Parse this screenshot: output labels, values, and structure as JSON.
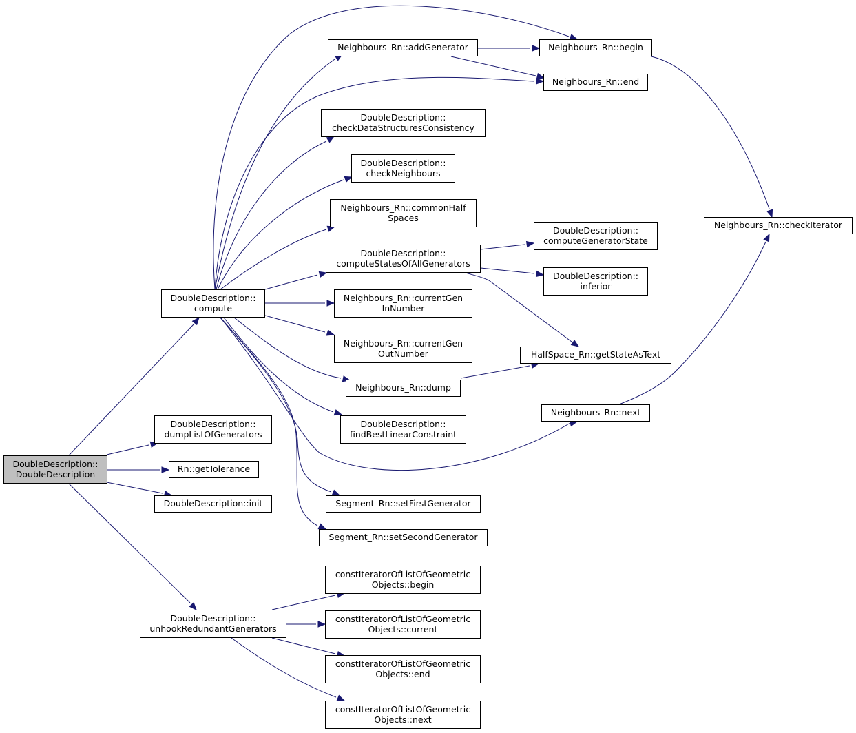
{
  "nodes": [
    {
      "id": "root",
      "lines": [
        "DoubleDescription::",
        "DoubleDescription"
      ]
    },
    {
      "id": "compute",
      "lines": [
        "DoubleDescription::",
        "compute"
      ]
    },
    {
      "id": "dumpList",
      "lines": [
        "DoubleDescription::",
        "dumpListOfGenerators"
      ]
    },
    {
      "id": "getTol",
      "lines": [
        "Rn::getTolerance"
      ]
    },
    {
      "id": "init",
      "lines": [
        "DoubleDescription::init"
      ]
    },
    {
      "id": "unhook",
      "lines": [
        "DoubleDescription::",
        "unhookRedundantGenerators"
      ]
    },
    {
      "id": "addGen",
      "lines": [
        "Neighbours_Rn::addGenerator"
      ]
    },
    {
      "id": "begin",
      "lines": [
        "Neighbours_Rn::begin"
      ]
    },
    {
      "id": "end",
      "lines": [
        "Neighbours_Rn::end"
      ]
    },
    {
      "id": "checkData",
      "lines": [
        "DoubleDescription::",
        "checkDataStructuresConsistency"
      ]
    },
    {
      "id": "checkNeigh",
      "lines": [
        "DoubleDescription::",
        "checkNeighbours"
      ]
    },
    {
      "id": "commonHalf",
      "lines": [
        "Neighbours_Rn::commonHalf",
        "Spaces"
      ]
    },
    {
      "id": "computeStates",
      "lines": [
        "DoubleDescription::",
        "computeStatesOfAllGenerators"
      ]
    },
    {
      "id": "curGenIn",
      "lines": [
        "Neighbours_Rn::currentGen",
        "InNumber"
      ]
    },
    {
      "id": "curGenOut",
      "lines": [
        "Neighbours_Rn::currentGen",
        "OutNumber"
      ]
    },
    {
      "id": "dump",
      "lines": [
        "Neighbours_Rn::dump"
      ]
    },
    {
      "id": "findBest",
      "lines": [
        "DoubleDescription::",
        "findBestLinearConstraint"
      ]
    },
    {
      "id": "setFirst",
      "lines": [
        "Segment_Rn::setFirstGenerator"
      ]
    },
    {
      "id": "setSecond",
      "lines": [
        "Segment_Rn::setSecondGenerator"
      ]
    },
    {
      "id": "constBegin",
      "lines": [
        "constIteratorOfListOfGeometric",
        "Objects::begin"
      ]
    },
    {
      "id": "constCurrent",
      "lines": [
        "constIteratorOfListOfGeometric",
        "Objects::current"
      ]
    },
    {
      "id": "constEnd",
      "lines": [
        "constIteratorOfListOfGeometric",
        "Objects::end"
      ]
    },
    {
      "id": "constNext",
      "lines": [
        "constIteratorOfListOfGeometric",
        "Objects::next"
      ]
    },
    {
      "id": "computeGenState",
      "lines": [
        "DoubleDescription::",
        "computeGeneratorState"
      ]
    },
    {
      "id": "inferior",
      "lines": [
        "DoubleDescription::",
        "inferior"
      ]
    },
    {
      "id": "getStateAsText",
      "lines": [
        "HalfSpace_Rn::getStateAsText"
      ]
    },
    {
      "id": "next",
      "lines": [
        "Neighbours_Rn::next"
      ]
    },
    {
      "id": "checkIter",
      "lines": [
        "Neighbours_Rn::checkIterator"
      ]
    }
  ],
  "edges": [
    {
      "from": "root",
      "to": "compute"
    },
    {
      "from": "root",
      "to": "dumpList"
    },
    {
      "from": "root",
      "to": "getTol"
    },
    {
      "from": "root",
      "to": "init"
    },
    {
      "from": "root",
      "to": "unhook"
    },
    {
      "from": "compute",
      "to": "addGen"
    },
    {
      "from": "compute",
      "to": "begin"
    },
    {
      "from": "compute",
      "to": "end"
    },
    {
      "from": "compute",
      "to": "checkData"
    },
    {
      "from": "compute",
      "to": "checkNeigh"
    },
    {
      "from": "compute",
      "to": "commonHalf"
    },
    {
      "from": "compute",
      "to": "computeStates"
    },
    {
      "from": "compute",
      "to": "curGenIn"
    },
    {
      "from": "compute",
      "to": "curGenOut"
    },
    {
      "from": "compute",
      "to": "dump"
    },
    {
      "from": "compute",
      "to": "findBest"
    },
    {
      "from": "compute",
      "to": "next"
    },
    {
      "from": "compute",
      "to": "setFirst"
    },
    {
      "from": "compute",
      "to": "setSecond"
    },
    {
      "from": "addGen",
      "to": "begin"
    },
    {
      "from": "addGen",
      "to": "end"
    },
    {
      "from": "begin",
      "to": "checkIter"
    },
    {
      "from": "computeStates",
      "to": "computeGenState"
    },
    {
      "from": "computeStates",
      "to": "inferior"
    },
    {
      "from": "computeStates",
      "to": "getStateAsText"
    },
    {
      "from": "dump",
      "to": "getStateAsText"
    },
    {
      "from": "next",
      "to": "checkIter"
    },
    {
      "from": "unhook",
      "to": "constBegin"
    },
    {
      "from": "unhook",
      "to": "constCurrent"
    },
    {
      "from": "unhook",
      "to": "constEnd"
    },
    {
      "from": "unhook",
      "to": "constNext"
    }
  ],
  "colors": {
    "edge": "#191970",
    "root_fill": "#bfbfbf",
    "node_fill": "#ffffff",
    "border": "#000000"
  }
}
